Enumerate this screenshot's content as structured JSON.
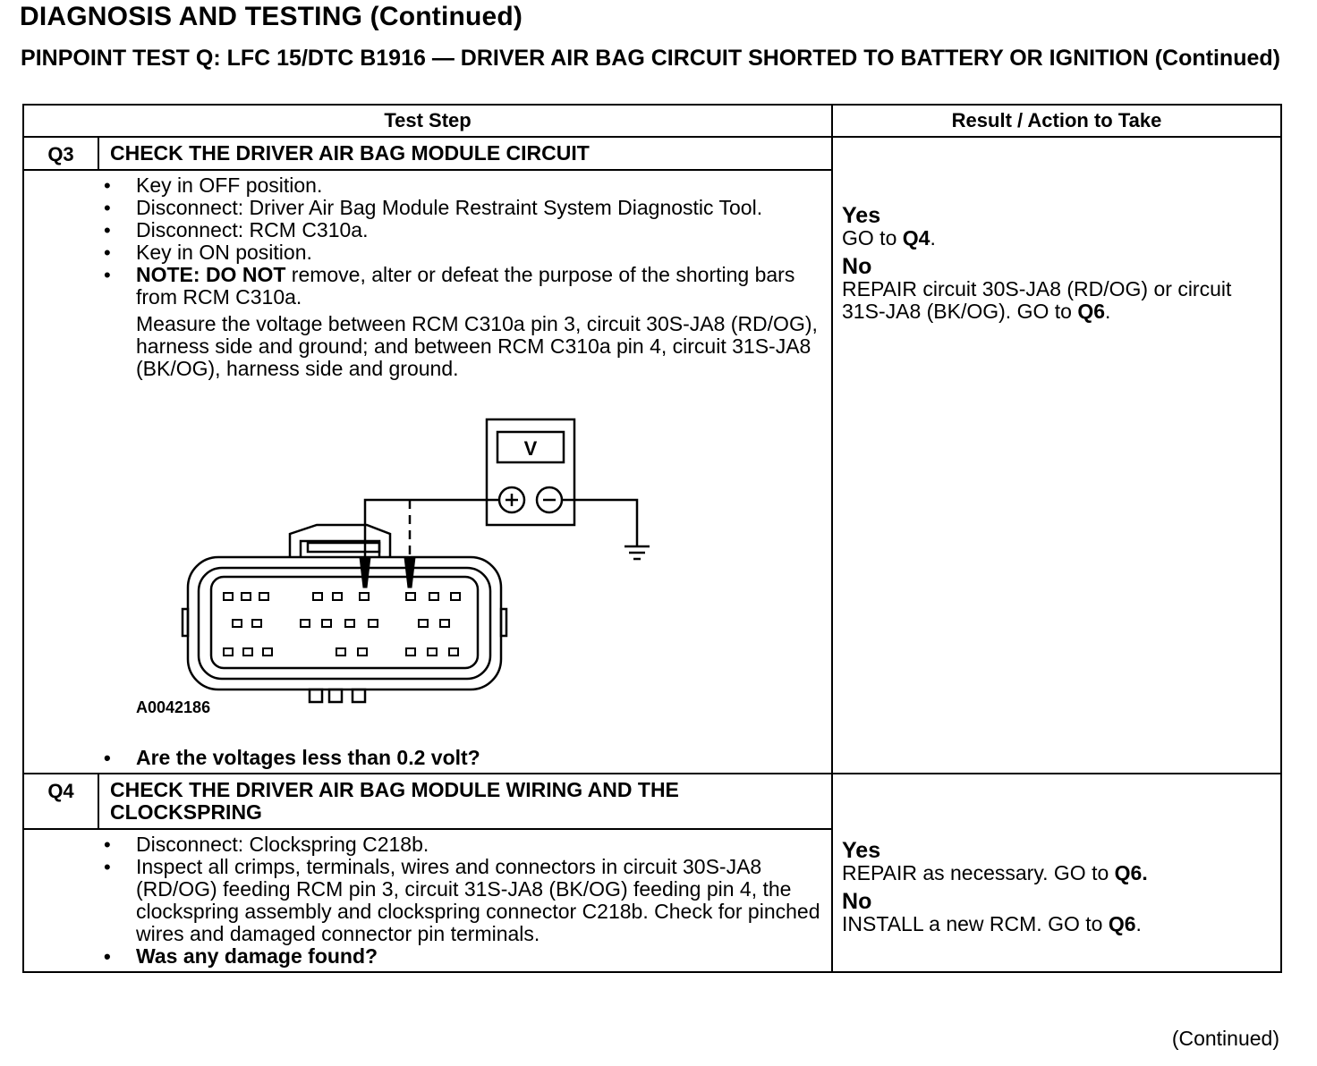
{
  "page": {
    "header": "DIAGNOSIS AND TESTING (Continued)",
    "test_title": "PINPOINT TEST Q: LFC 15/DTC B1916 — DRIVER AIR BAG CIRCUIT SHORTED TO BATTERY OR IGNITION (Continued)",
    "footer": "(Continued)"
  },
  "table": {
    "col_step": "Test Step",
    "col_result": "Result / Action to Take"
  },
  "q3": {
    "id": "Q3",
    "title": "CHECK THE DRIVER AIR BAG MODULE CIRCUIT",
    "b1": "Key in OFF position.",
    "b2": "Disconnect: Driver Air Bag Module Restraint System Diagnostic Tool.",
    "b3": "Disconnect: RCM C310a.",
    "b4": "Key in ON position.",
    "b5_bold": "NOTE: DO NOT",
    "b5_rest": " remove, alter or defeat the purpose of the shorting bars from RCM C310a.",
    "measure": "Measure the voltage between RCM C310a pin 3, circuit 30S-JA8 (RD/OG), harness side and ground; and between RCM C310a pin 4, circuit 31S-JA8 (BK/OG), harness side and ground.",
    "figure_id": "A0042186",
    "meter_label": "V",
    "question": "Are the voltages less than 0.2 volt?",
    "yes_label": "Yes",
    "yes_text": "GO to ",
    "yes_ref": "Q4",
    "yes_end": ".",
    "no_label": "No",
    "no_text": "REPAIR circuit 30S-JA8 (RD/OG) or circuit 31S-JA8 (BK/OG). GO to ",
    "no_ref": "Q6",
    "no_end": "."
  },
  "q4": {
    "id": "Q4",
    "title": "CHECK THE DRIVER AIR BAG MODULE WIRING AND THE CLOCKSPRING",
    "b1": "Disconnect: Clockspring C218b.",
    "b2": "Inspect all crimps, terminals, wires and connectors in circuit 30S-JA8 (RD/OG) feeding RCM pin 3, circuit 31S-JA8 (BK/OG) feeding pin 4, the clockspring assembly and clockspring connector C218b. Check for pinched wires and damaged connector pin terminals.",
    "question": "Was any damage found?",
    "yes_label": "Yes",
    "yes_text": "REPAIR as necessary. GO to ",
    "yes_ref": "Q6.",
    "no_label": "No",
    "no_text": "INSTALL a new RCM. GO to ",
    "no_ref": "Q6",
    "no_end": "."
  }
}
